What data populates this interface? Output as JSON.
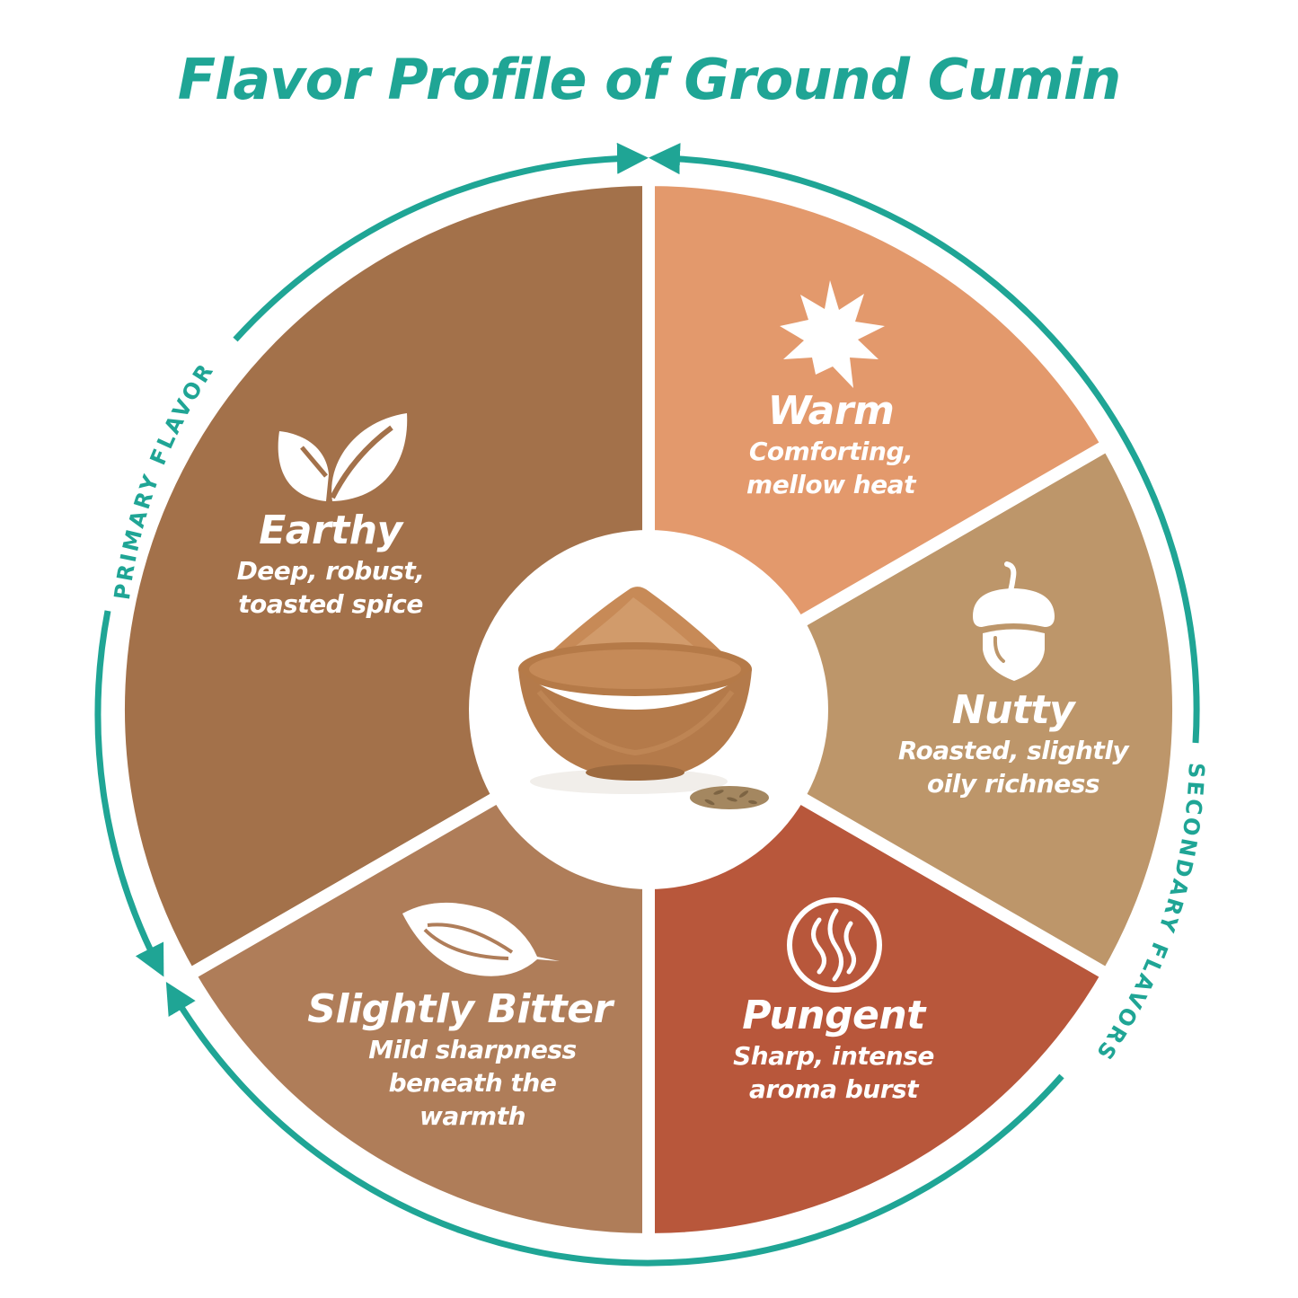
{
  "title": "Flavor Profile of Ground Cumin",
  "colors": {
    "accent_teal": "#1fa595",
    "earthy": "#a3714a",
    "warm": "#e3996c",
    "nutty": "#bd966a",
    "pungent": "#b8573b",
    "slightly_bitter": "#af7d59",
    "center": "#ffffff"
  },
  "ring_labels": {
    "primary": "PRIMARY FLAVOR",
    "secondary": "SECONDARY FLAVORS"
  },
  "center_image": {
    "icon": "bowl-of-ground-cumin-with-seeds"
  },
  "segments": [
    {
      "key": "earthy",
      "title": "Earthy",
      "desc_lines": [
        "Deep, robust,",
        "toasted spice"
      ],
      "icon": "two-leaves-icon",
      "group": "primary"
    },
    {
      "key": "warm",
      "title": "Warm",
      "desc_lines": [
        "Comforting,",
        "mellow heat"
      ],
      "icon": "starburst-icon",
      "group": "secondary"
    },
    {
      "key": "nutty",
      "title": "Nutty",
      "desc_lines": [
        "Roasted, slightly",
        "oily richness"
      ],
      "icon": "acorn-icon",
      "group": "secondary"
    },
    {
      "key": "pungent",
      "title": "Pungent",
      "desc_lines": [
        "Sharp, intense",
        "aroma burst"
      ],
      "icon": "aroma-waves-circle-icon",
      "group": "secondary"
    },
    {
      "key": "slightly_bitter",
      "title": "Slightly Bitter",
      "desc_lines": [
        "Mild sharpness",
        "beneath the",
        "warmth"
      ],
      "icon": "bay-leaf-icon",
      "group": "secondary"
    }
  ],
  "chart_data": {
    "type": "pie",
    "title": "Flavor Profile of Ground Cumin",
    "categories": [
      "Earthy",
      "Warm",
      "Nutty",
      "Pungent",
      "Slightly Bitter"
    ],
    "values": [
      33.3,
      16.7,
      16.7,
      16.7,
      16.7
    ],
    "angles_deg": [
      120,
      60,
      60,
      60,
      60
    ],
    "groups": {
      "Primary Flavor": [
        "Earthy"
      ],
      "Secondary Flavors": [
        "Warm",
        "Nutty",
        "Pungent",
        "Slightly Bitter"
      ]
    },
    "style": "donut wheel with center image"
  }
}
